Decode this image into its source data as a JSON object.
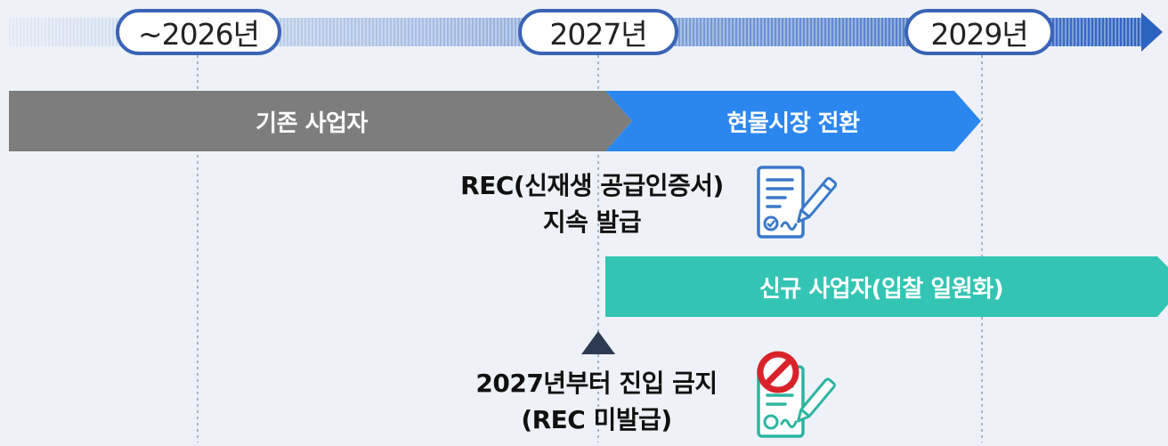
{
  "years": [
    "~2026년",
    "2027년",
    "2029년"
  ],
  "bars": {
    "existing": "기존 사업자",
    "spot_market": "현물시장 전환",
    "new_operators": "신규 사업자(입찰 일원화)"
  },
  "notes": {
    "rec_line1": "REC(신재생 공급인증서)",
    "rec_line2": "지속 발급",
    "ban_line1": "2027년부터 진입 금지",
    "ban_line2": "(REC 미발급)"
  },
  "colors": {
    "grey_bar": "#7d7d7d",
    "blue_bar": "#2b86f0",
    "teal_bar": "#34c4b3",
    "pill_border": "#3a64b5",
    "icon_stroke": "#3a78c8",
    "icon_teal": "#2cb5a0",
    "prohibit_red": "#d8232a"
  },
  "icons": [
    "certificate-pen-icon",
    "prohibited-certificate-icon",
    "up-triangle-marker-icon"
  ]
}
